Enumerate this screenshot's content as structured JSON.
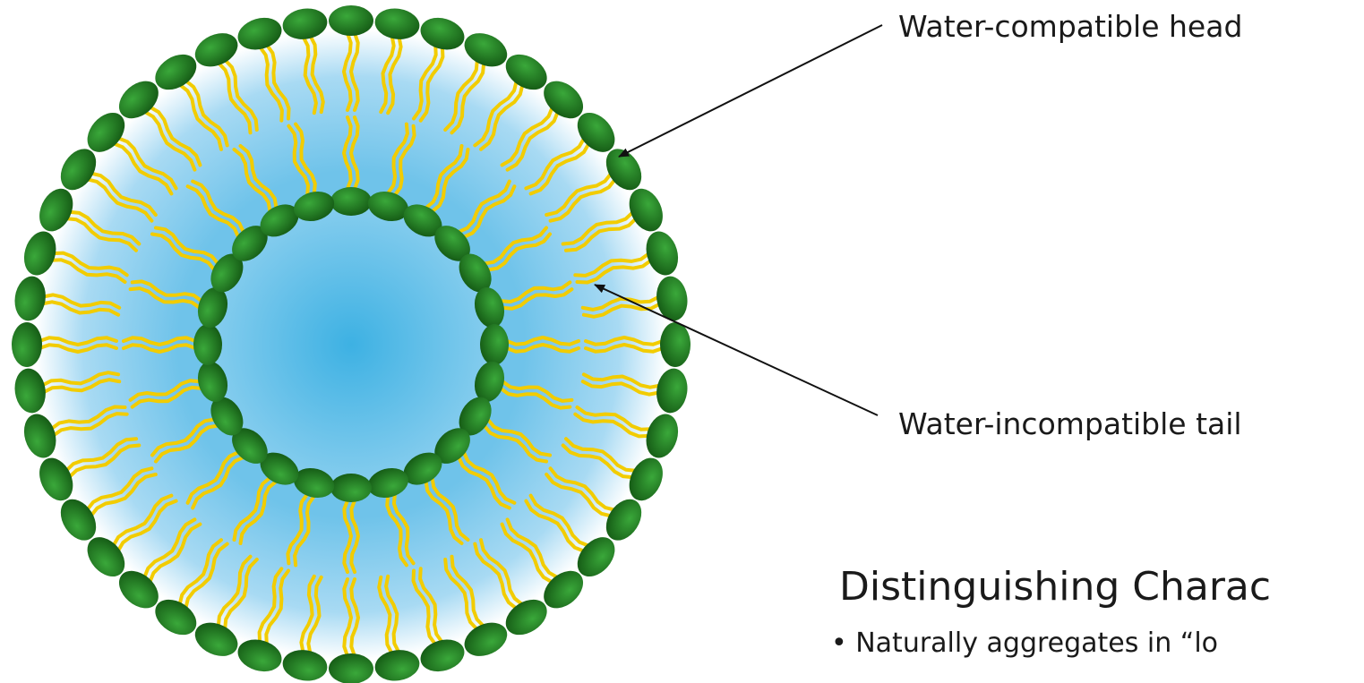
{
  "labels": {
    "head": "Water-compatible head",
    "tail": "Water-incompatible tail"
  },
  "text": {
    "title": "Distinguishing Charac",
    "bullet": "• Naturally aggregates in “lo"
  },
  "icons": {
    "head": "lipid-head-icon",
    "tail": "lipid-tail-icon"
  },
  "colors": {
    "head": "#1f7a1f",
    "tail": "#f2cc00",
    "water": "#3bb0e0",
    "pointer": "#111111"
  }
}
